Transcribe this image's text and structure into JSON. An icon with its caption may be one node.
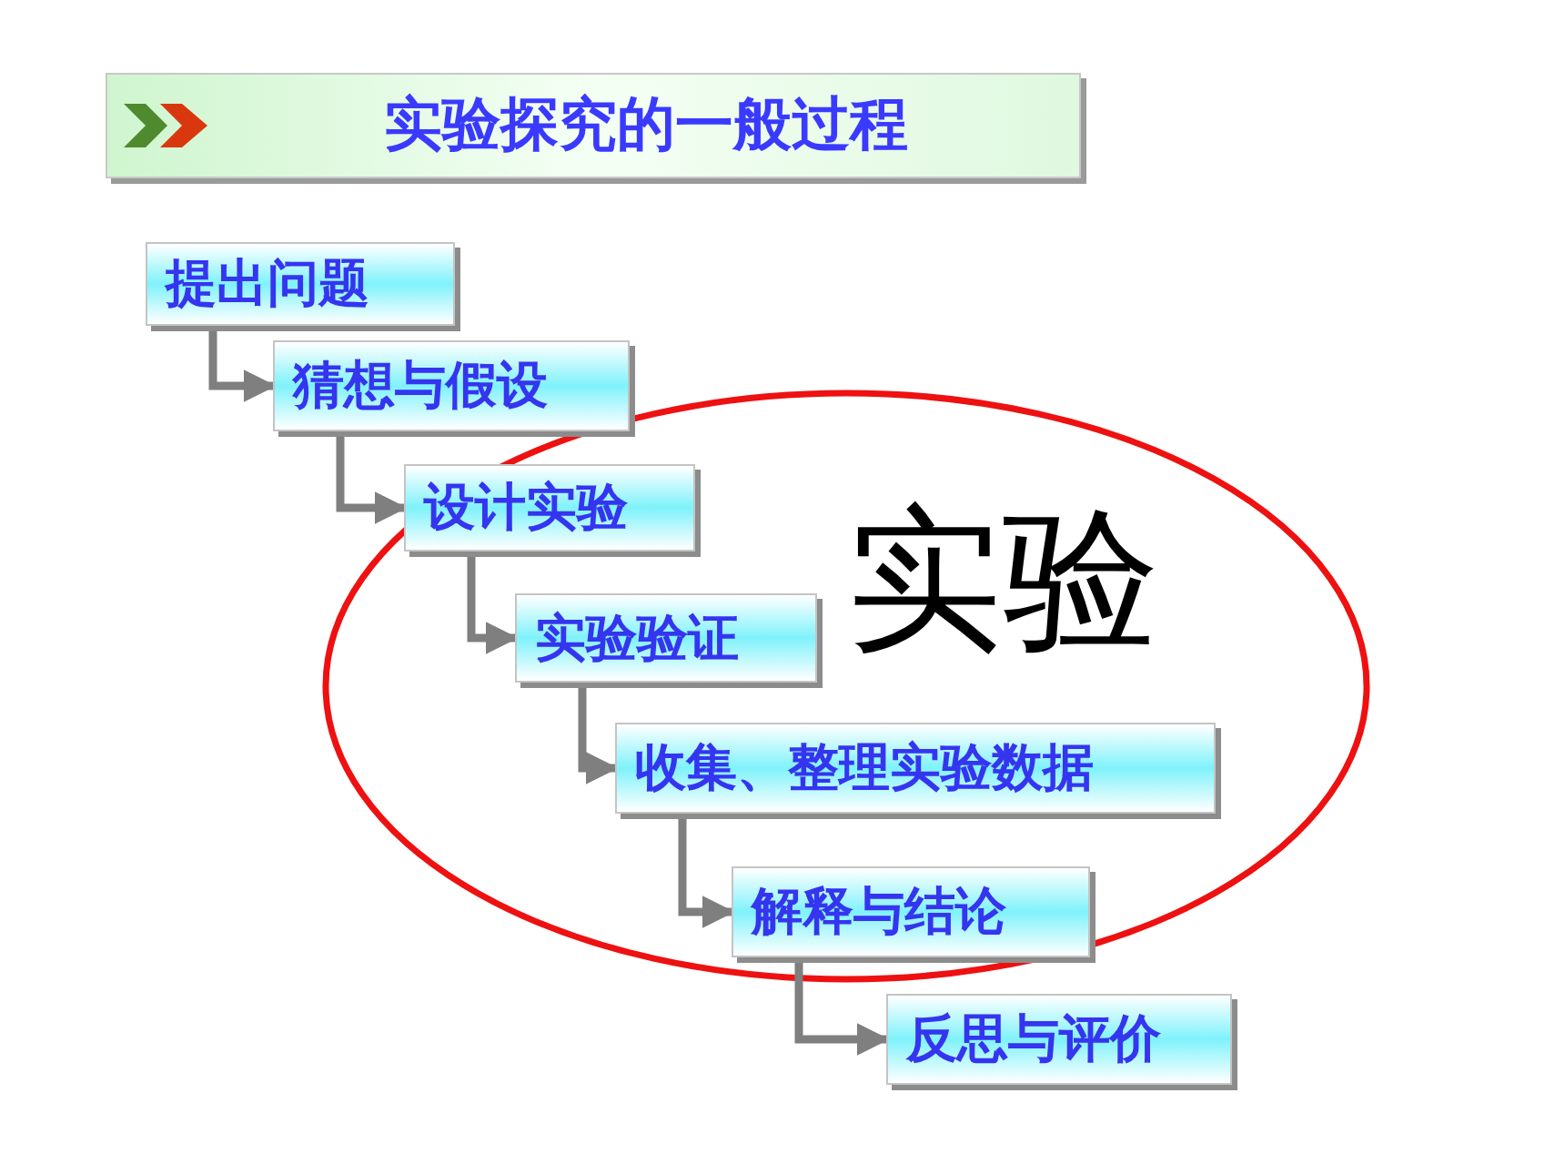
{
  "diagram": {
    "title": "实验探究的一般过程",
    "nodes": [
      {
        "text": [
          "提出问题"
        ]
      },
      {
        "text": [
          "猜想与假设"
        ]
      },
      {
        "text": [
          "设计实验"
        ]
      },
      {
        "text": [
          "实验验证"
        ]
      },
      {
        "text": [
          "收集、整理实验数据"
        ]
      },
      {
        "text": [
          "解释与结论"
        ]
      },
      {
        "text": [
          "反思与评价"
        ]
      }
    ],
    "labels": [
      "实验"
    ],
    "edges": [
      {
        "from": 0,
        "to": 1,
        "arrow": "to"
      },
      {
        "from": 1,
        "to": 2,
        "arrow": "to"
      },
      {
        "from": 2,
        "to": 3,
        "arrow": "to"
      },
      {
        "from": 3,
        "to": 4,
        "arrow": "to"
      },
      {
        "from": 4,
        "to": 5,
        "arrow": "to"
      },
      {
        "from": 5,
        "to": 6,
        "arrow": "to"
      }
    ]
  }
}
